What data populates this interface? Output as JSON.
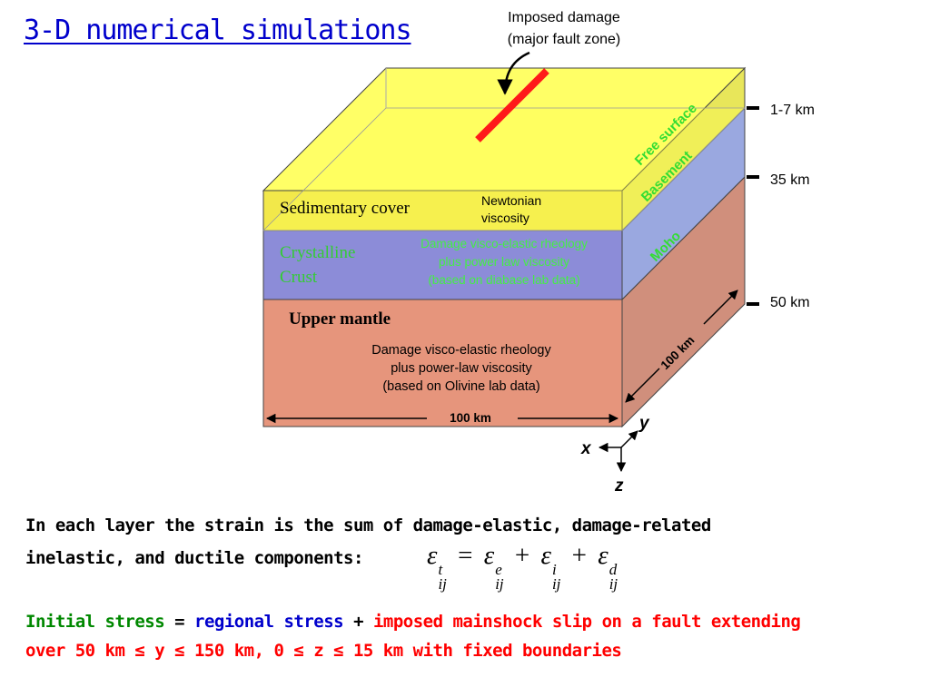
{
  "title": "3-D numerical simulations",
  "diagram": {
    "imposed_damage_line1": "Imposed damage",
    "imposed_damage_line2": "(major fault zone)",
    "depth_1": "1-7 km",
    "depth_2": "35 km",
    "depth_3": "50 km",
    "free_surface": "Free surface",
    "basement": "Basement",
    "moho": "Moho",
    "sedimentary_cover": "Sedimentary cover",
    "newtonian_line1": "Newtonian",
    "newtonian_line2": "viscosity",
    "crystalline_line1": "Crystalline",
    "crystalline_line2": "Crust",
    "crust_rheology_line1": "Damage visco-elastic rheology",
    "crust_rheology_line2": "plus power law viscosity",
    "crust_rheology_line3": "(based on diabase lab data)",
    "upper_mantle": "Upper mantle",
    "mantle_rheology_line1": "Damage visco-elastic rheology",
    "mantle_rheology_line2": "plus power-law viscosity",
    "mantle_rheology_line3": "(based on Olivine lab data)",
    "width_label": "100 km",
    "depth_dim_label": "100 km",
    "axis_x": "x",
    "axis_y": "y",
    "axis_z": "z",
    "colors": {
      "sediment": "#ffff66",
      "crust": "#8c8cd8",
      "mantle": "#e6957c",
      "fault": "#ff1a1a",
      "label_green": "#33dd33"
    }
  },
  "strain": {
    "line1": "In each layer the strain is the sum of damage-elastic, damage-related",
    "line2": "inelastic, and ductile components:",
    "formula": {
      "symbol": "ε",
      "equals": "=",
      "plus": "+",
      "sub": "ij",
      "sup_total": "t",
      "sup_elastic": "e",
      "sup_inelastic": "i",
      "sup_ductile": "d"
    }
  },
  "stress": {
    "initial": "Initial stress",
    "equals": "=",
    "regional": "regional stress",
    "plus": "+",
    "imposed": "imposed mainshock slip on a fault extending",
    "line2_red": "over 50 km ≤ y ≤ 150 km, 0 ≤ z ≤ 15 km",
    "line2_tail": "with fixed boundaries"
  }
}
